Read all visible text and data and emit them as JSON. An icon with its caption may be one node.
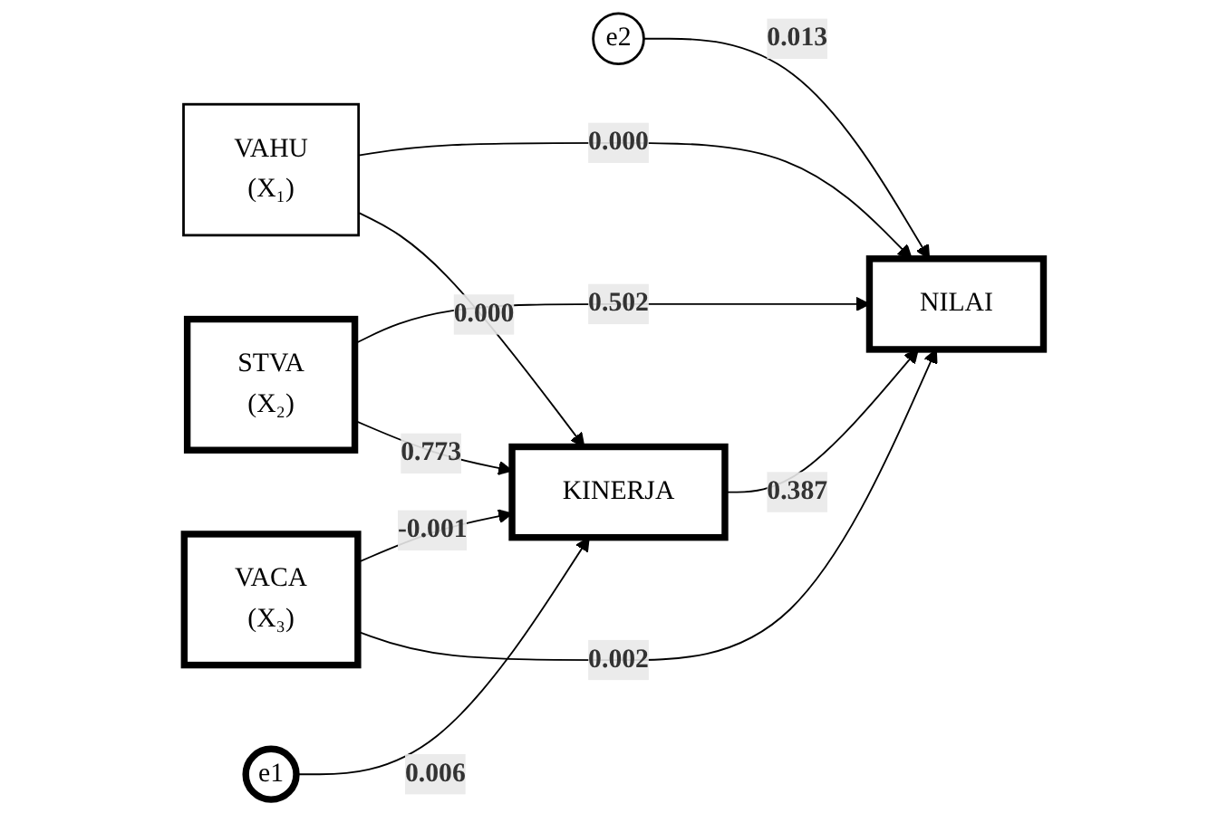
{
  "diagram": {
    "nodes": [
      {
        "text": [
          "VAHU",
          "(X₁)"
        ]
      },
      {
        "text": [
          "e2"
        ]
      },
      {
        "text": [
          "STVA",
          "(X₂)"
        ]
      },
      {
        "text": [
          "NILAI"
        ]
      },
      {
        "text": [
          "KINERJA"
        ]
      },
      {
        "text": [
          "VACA",
          "(X₃)"
        ]
      },
      {
        "text": [
          "e1"
        ]
      }
    ],
    "edges": [
      {
        "from": 0,
        "to": 3,
        "arrow": "to",
        "label": "0.000"
      },
      {
        "from": 0,
        "to": 4,
        "arrow": "to",
        "label": "0.000"
      },
      {
        "from": 2,
        "to": 3,
        "arrow": "to",
        "label": "0.502"
      },
      {
        "from": 2,
        "to": 4,
        "arrow": "to",
        "label": "0.773"
      },
      {
        "from": 5,
        "to": 4,
        "arrow": "to",
        "label": "-0.001"
      },
      {
        "from": 5,
        "to": 3,
        "arrow": "to",
        "label": "0.002"
      },
      {
        "from": 4,
        "to": 3,
        "arrow": "to",
        "label": "0.387"
      },
      {
        "from": 6,
        "to": 4,
        "arrow": "to",
        "label": "0.006"
      },
      {
        "from": 1,
        "to": 3,
        "arrow": "to",
        "label": "0.013"
      }
    ]
  }
}
